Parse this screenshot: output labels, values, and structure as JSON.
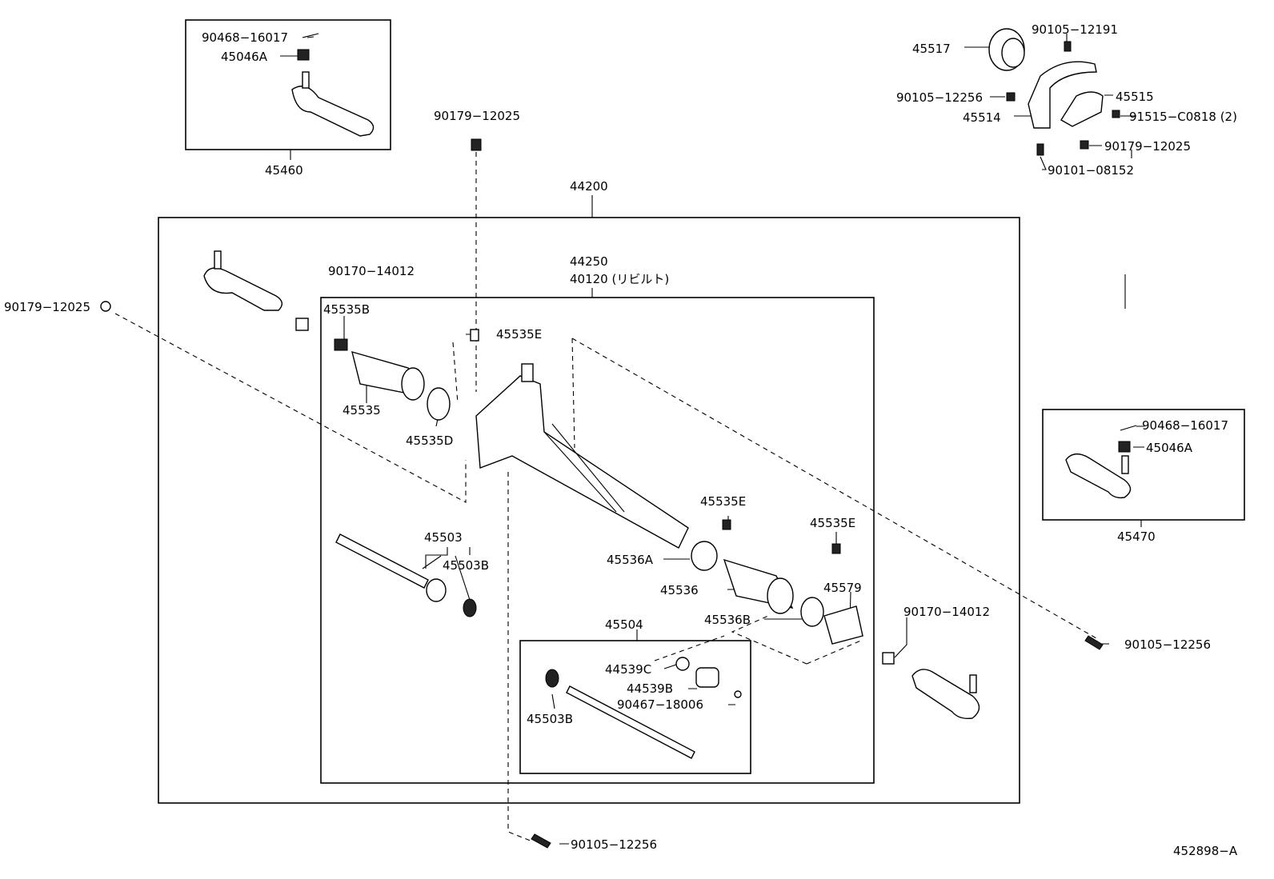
{
  "labels": [
    "90468−16017",
    "45046A",
    "45460",
    "90179−12025",
    "44200",
    "45517",
    "90105−12191",
    "90105−12256",
    "45515",
    "45514",
    "91515−C0818 (2)",
    "90179−12025",
    "90101−08152",
    "44250",
    "40120 (リビルト)",
    "90170−14012",
    "90179−12025",
    "45535B",
    "45535E",
    "45535",
    "45535D",
    "90468−16017",
    "45046A",
    "45470",
    "45503",
    "45503B",
    "45535E",
    "45535E",
    "45536A",
    "45536",
    "45579",
    "90170−14012",
    "45536B",
    "45504",
    "90105−12256",
    "44539C",
    "44539B",
    "90467−18006",
    "45503B",
    "90105−12256",
    "452898−A"
  ]
}
